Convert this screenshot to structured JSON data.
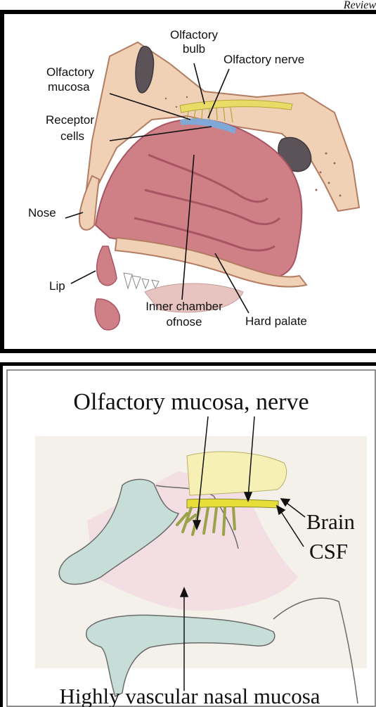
{
  "header": {
    "text": "Review"
  },
  "top_diagram": {
    "labels": {
      "olfactory_bulb_line1": "Olfactory",
      "olfactory_bulb_line2": "bulb",
      "olfactory_nerve": "Olfactory nerve",
      "olfactory_mucosa_line1": "Olfactory",
      "olfactory_mucosa_line2": "mucosa",
      "receptor_cells_line1": "Receptor",
      "receptor_cells_line2": "cells",
      "nose": "Nose",
      "lip": "Lip",
      "inner_chamber_line1": "Inner chamber",
      "inner_chamber_line2": "ofnose",
      "hard_palate": "Hard palate"
    }
  },
  "bottom_diagram": {
    "title": "Olfactory mucosa, nerve",
    "labels": {
      "brain": "Brain",
      "csf": "CSF",
      "caption": "Highly vascular nasal mucosa"
    }
  },
  "colors": {
    "bone": "#f1d1b6",
    "bone_stroke": "#b27d62",
    "flesh": "#cf7f86",
    "flesh_dark": "#a85463",
    "mucosa_blue": "#7fa8d6",
    "nerve_yellow": "#e9dc66",
    "sinus_dark": "#5c5358",
    "bottom_bg": "#f4f1ea",
    "bottom_bone": "#c6ddd8",
    "bottom_pink": "#f3dfe3",
    "brain_yellow": "#f7f0b4",
    "csf_yellow": "#e8de3a",
    "nerve_green": "#9aa24a"
  }
}
